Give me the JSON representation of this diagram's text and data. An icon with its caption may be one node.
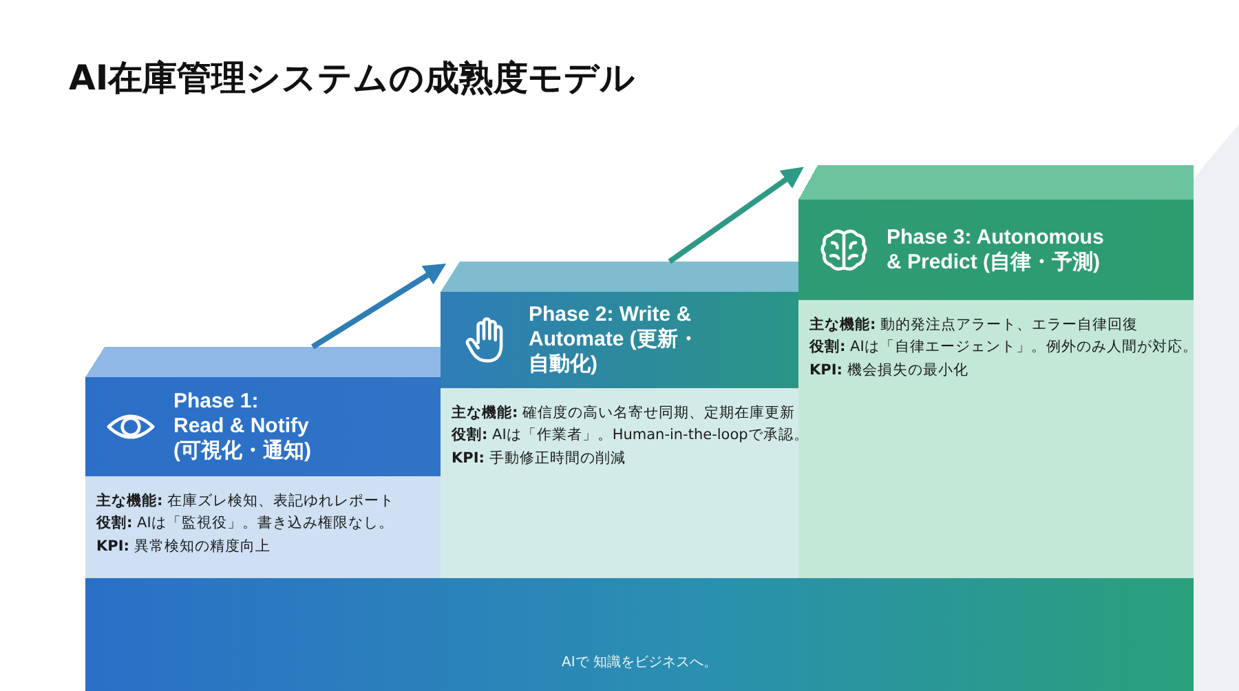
{
  "diagram": {
    "title": "AI在庫管理システムの成熟度モデル",
    "nodes": [
      {
        "text": [
          "Phase 1: Read & Notify (可視化・通知)",
          "**主な機能:** 在庫ズレ検知、表記ゆれレポート",
          "**役割:** AIは「監視役」。書き込み権限なし。",
          "**KPI:** 異常検知の精度向上"
        ]
      },
      {
        "text": [
          "Phase 2: Write & Automate (更新・自動化)",
          "**主な機能:** 確信度の高い名寄せ同期、定期在庫更新",
          "**役割:** AIは「作業者」。Human-in-the-loopで承認。",
          "**KPI:** 手動修正時間の削減"
        ]
      },
      {
        "text": [
          "Phase 3: Autonomous & Predict (自律・予測)",
          "**主な機能:** 動的発注点アラート、エラー自律回復",
          "**役割:** AIは「自律エージェント」。例外のみ人間が対応。",
          "**KPI:** 機会損失の最小化"
        ]
      },
      {
        "text": [
          "AIで 知識をビジネスへ。"
        ]
      }
    ],
    "edges": [
      {
        "from": 0,
        "to": 1,
        "arrow": "to",
        "color": "#2f7db5"
      },
      {
        "from": 1,
        "to": 2,
        "arrow": "to",
        "color": "#2e9a86"
      }
    ]
  }
}
